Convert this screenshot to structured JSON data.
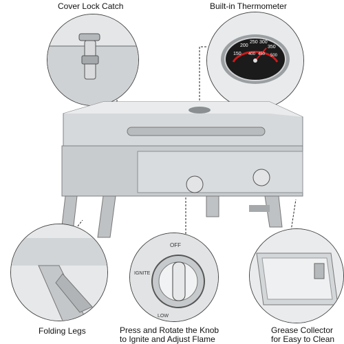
{
  "callouts": {
    "cover_lock": "Cover Lock Catch",
    "thermometer": "Built-in Thermometer",
    "folding_legs": "Folding Legs",
    "knob_line1": "Press and Rotate the Knob",
    "knob_line2": "to Ignite and Adjust Flame",
    "grease_line1": "Grease Collector",
    "grease_line2": "for Easy to Clean"
  },
  "gauge": {
    "ticks": [
      "150",
      "200",
      "250",
      "300",
      "350",
      "400",
      "450",
      "500"
    ]
  },
  "knob": {
    "off": "OFF",
    "ignite": "IGNITE",
    "low": "LOW"
  },
  "colors": {
    "steel": "#c9ccce",
    "steel_dark": "#8a8e91",
    "gauge_face": "#1b1b1b",
    "needle": "#d21a1a"
  }
}
